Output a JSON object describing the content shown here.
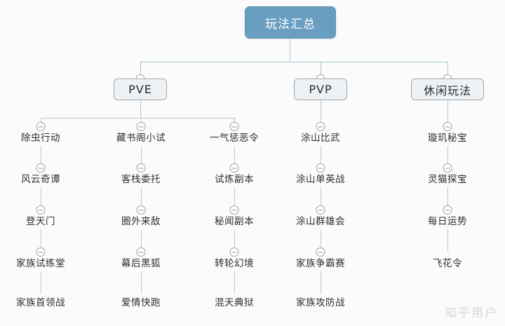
{
  "background_color": "#fbfbfb",
  "line_color": "#aac4d6",
  "root": {
    "label": "玩法汇总",
    "fill": "#6a9ec1",
    "text_color": "#ffffff"
  },
  "branches": [
    {
      "id": "pve",
      "label": "PVE",
      "columns": [
        {
          "id": "pve-col-1",
          "items": [
            "除虫行动",
            "风云奇谭",
            "登天门",
            "家族试练堂",
            "家族首领战"
          ]
        },
        {
          "id": "pve-col-2",
          "items": [
            "藏书阁小试",
            "客栈委托",
            "圈外来敌",
            "幕后黑狐",
            "爱情快跑"
          ]
        },
        {
          "id": "pve-col-3",
          "items": [
            "一气惩恶令",
            "试炼副本",
            "秘闻副本",
            "转轮幻境",
            "混天典狱"
          ]
        }
      ]
    },
    {
      "id": "pvp",
      "label": "PVP",
      "columns": [
        {
          "id": "pvp-col-1",
          "items": [
            "涂山比武",
            "涂山单英战",
            "涂山群雄会",
            "家族争霸赛",
            "家族攻防战"
          ]
        }
      ]
    },
    {
      "id": "casual",
      "label": "休闲玩法",
      "columns": [
        {
          "id": "casual-col-1",
          "items": [
            "璇玑秘宝",
            "灵猫探宝",
            "每日运势",
            "飞花令"
          ]
        }
      ]
    }
  ],
  "icons": {
    "collapse": "minus-circle-icon"
  },
  "watermark": {
    "text": "知乎用户"
  }
}
